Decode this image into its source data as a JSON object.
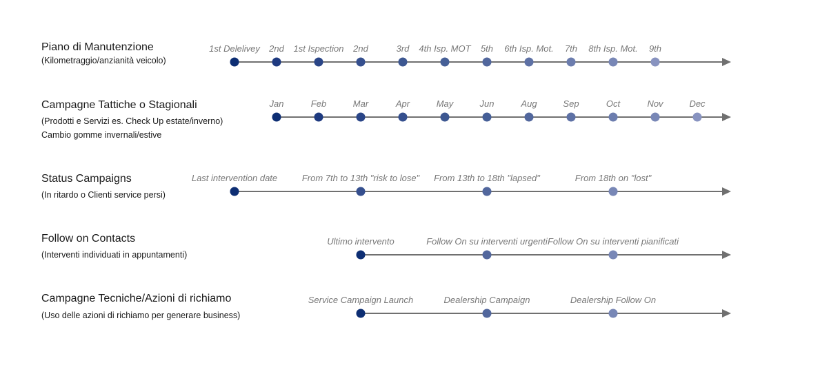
{
  "colors": {
    "axis": "#707070",
    "ramp": [
      "#0d2e73",
      "#1e3a80",
      "#2a4587",
      "#354f8e",
      "#3d5791",
      "#455f97",
      "#52679d",
      "#5e71a5",
      "#6c7dae",
      "#7887b6",
      "#8893c0"
    ]
  },
  "rows": [
    {
      "title": "Piano di Manutenzione",
      "subtitles": [
        "(Kilometraggio/anzianità veicolo)"
      ],
      "points": [
        {
          "label": "1st Delelivey"
        },
        {
          "label": "2nd"
        },
        {
          "label": "1st Ispection"
        },
        {
          "label": "2nd"
        },
        {
          "label": "3rd"
        },
        {
          "label": "4th Isp. MOT"
        },
        {
          "label": "5th"
        },
        {
          "label": "6th Isp. Mot."
        },
        {
          "label": "7th"
        },
        {
          "label": "8th Isp.  Mot."
        },
        {
          "label": "9th"
        }
      ]
    },
    {
      "title": "Campagne Tattiche o Stagionali",
      "subtitles": [
        "(Prodotti e Servizi es. Check Up estate/inverno)",
        "Cambio gomme invernali/estive"
      ],
      "points": [
        {
          "label": "Jan"
        },
        {
          "label": "Feb"
        },
        {
          "label": "Mar"
        },
        {
          "label": "Apr"
        },
        {
          "label": "May"
        },
        {
          "label": "Jun"
        },
        {
          "label": "Aug"
        },
        {
          "label": "Sep"
        },
        {
          "label": "Oct"
        },
        {
          "label": "Nov"
        },
        {
          "label": "Dec"
        }
      ]
    },
    {
      "title": "Status Campaigns",
      "subtitles": [
        "(In ritardo o Clienti service persi)"
      ],
      "points": [
        {
          "label": "Last intervention date"
        },
        {
          "label": "From 7th to 13th \"risk to lose\""
        },
        {
          "label": "From 13th to 18th \"lapsed\""
        },
        {
          "label": "From 18th on \"lost\""
        }
      ]
    },
    {
      "title": "Follow on Contacts",
      "subtitles": [
        "(Interventi individuati in appuntamenti)"
      ],
      "points": [
        {
          "label": "Ultimo intervento"
        },
        {
          "label": "Follow On su interventi urgenti"
        },
        {
          "label": "Follow On su interventi pianificati"
        }
      ]
    },
    {
      "title": "Campagne Tecniche/Azioni di richiamo",
      "subtitles": [
        "(Uso delle azioni di richiamo per generare business)"
      ],
      "points": [
        {
          "label": "Service Campaign Launch"
        },
        {
          "label": "Dealership Campaign"
        },
        {
          "label": "Dealership Follow On"
        }
      ]
    }
  ]
}
